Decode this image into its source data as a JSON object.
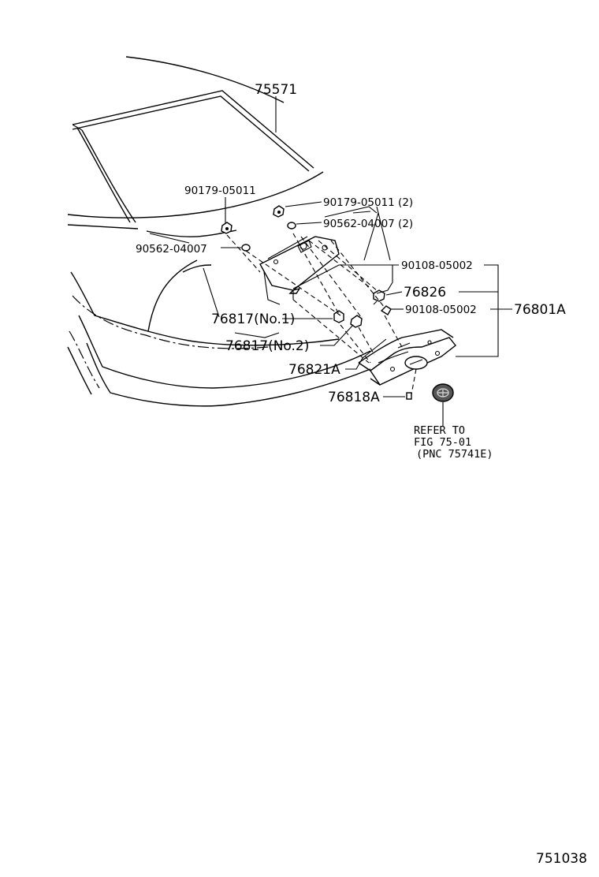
{
  "labels": {
    "p75571": "75571",
    "p90179_left": "90179-05011",
    "p90179_right": "90179-05011 (2)",
    "p90562_right": "90562-04007 (2)",
    "p90562_left": "90562-04007",
    "p90108_top": "90108-05002",
    "p76826": "76826",
    "p90108_mid": "90108-05002",
    "p76801A": "76801A",
    "p76817_no1": "76817(No.1)",
    "p76817_no2": "76817(No.2)",
    "p76821A": "76821A",
    "p76818A": "76818A",
    "refer_line1": "REFER TO",
    "refer_line2": "FIG 75-01",
    "refer_line3": "(PNC 75741E)",
    "figure_number": "751038"
  }
}
